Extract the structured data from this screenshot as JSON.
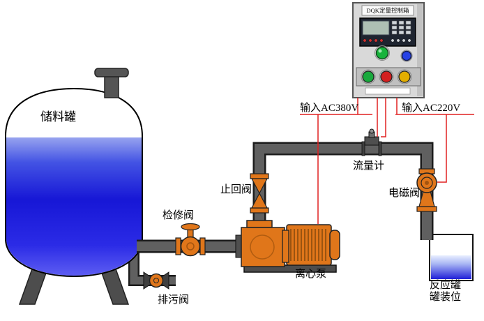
{
  "diagram": {
    "control_box": {
      "title": "DQK定量控制箱"
    },
    "power_labels": {
      "ac380": "输入AC380V",
      "ac220": "输入AC220V"
    },
    "labels": {
      "storage_tank": "储料罐",
      "maintenance_valve": "检修阀",
      "drain_valve": "排污阀",
      "check_valve": "止回阀",
      "centrifugal_pump": "离心泵",
      "flow_meter": "流量计",
      "solenoid_valve": "电磁阀",
      "reaction_tank": "反应罐",
      "filling_station": "罐装位"
    },
    "colors": {
      "equipment_orange": "#e0761a",
      "pipe_gray": "#606060",
      "liquid_blue": "#1717d6",
      "wire_red": "#e02020",
      "indicator_green": "#17b33b",
      "indicator_blue": "#2742e6",
      "button_green": "#18a93c",
      "button_red": "#d32020",
      "button_yellow": "#e3ae00"
    }
  }
}
